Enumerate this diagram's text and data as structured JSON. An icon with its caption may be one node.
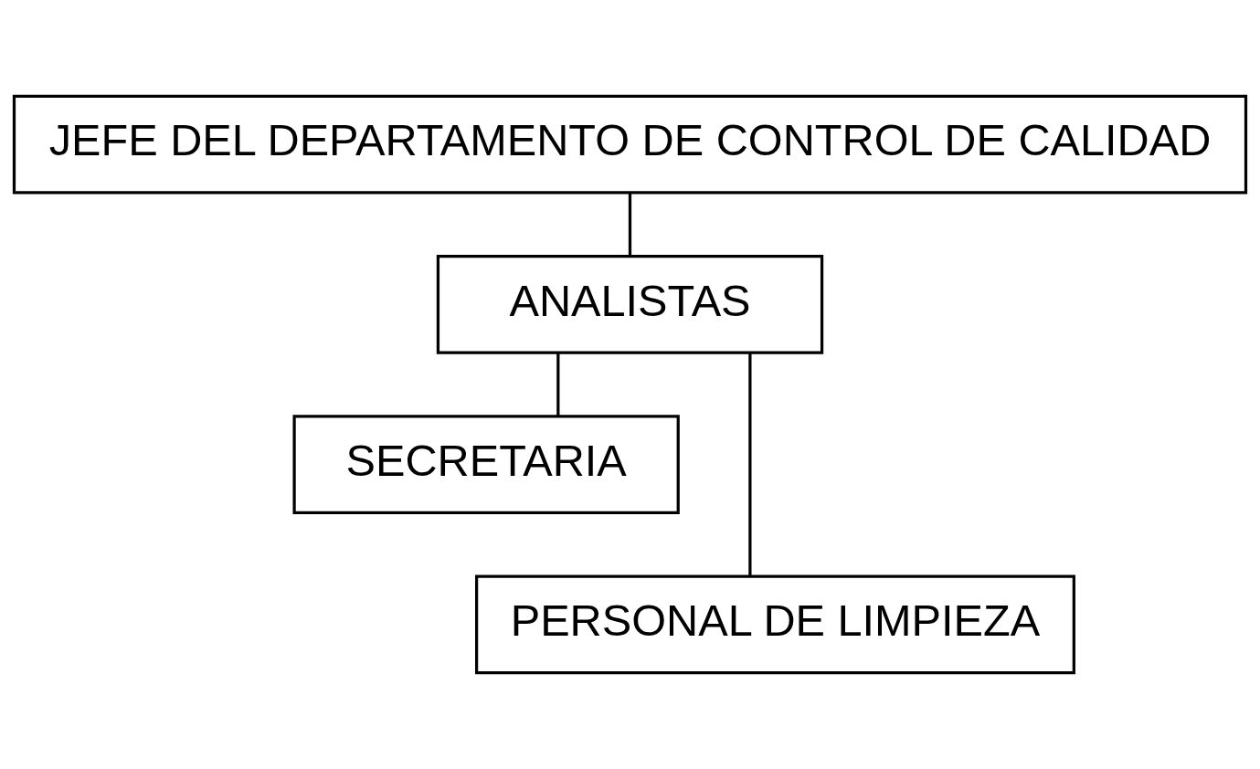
{
  "diagram": {
    "nodes": [
      {
        "text": [
          "JEFE DEL DEPARTAMENTO DE CONTROL DE CALIDAD"
        ]
      },
      {
        "text": [
          "ANALISTAS"
        ]
      },
      {
        "text": [
          "SECRETARIA"
        ]
      },
      {
        "text": [
          "PERSONAL DE LIMPIEZA"
        ]
      }
    ],
    "edges": [
      {
        "from": 0,
        "to": 1,
        "arrow": "none"
      },
      {
        "from": 1,
        "to": 2,
        "arrow": "none"
      },
      {
        "from": 1,
        "to": 3,
        "arrow": "none"
      }
    ]
  }
}
